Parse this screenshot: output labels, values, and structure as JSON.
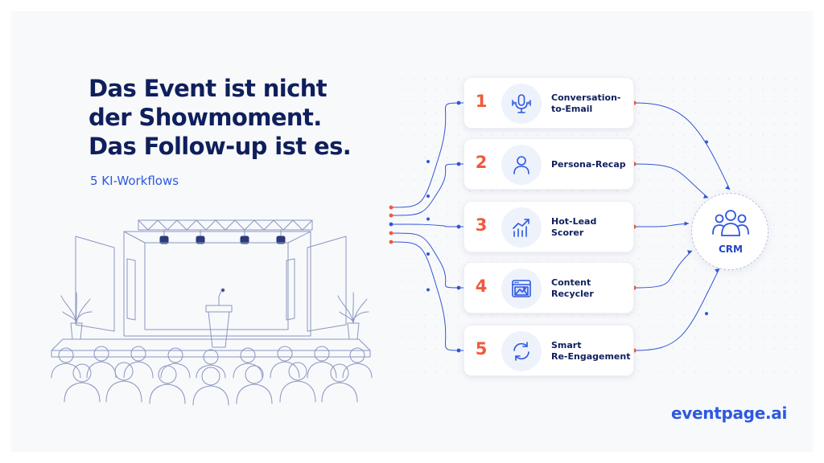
{
  "headline": {
    "line1": "Das Event ist nicht",
    "line2": "der Showmoment.",
    "line3": "Das Follow-up ist es."
  },
  "subtitle": "5 KI-Workflows",
  "workflows": [
    {
      "number": "1",
      "line1": "Conversation-",
      "line2": "to-Email",
      "icon": "microphone-icon"
    },
    {
      "number": "2",
      "line1": "Persona-Recap",
      "line2": "",
      "icon": "person-icon"
    },
    {
      "number": "3",
      "line1": "Hot-Lead",
      "line2": "Scorer",
      "icon": "trend-chart-icon"
    },
    {
      "number": "4",
      "line1": "Content",
      "line2": "Recycler",
      "icon": "media-window-icon"
    },
    {
      "number": "5",
      "line1": "Smart",
      "line2": "Re-Engagement",
      "icon": "refresh-cycle-icon"
    }
  ],
  "crm": {
    "label": "CRM",
    "icon": "users-group-icon"
  },
  "brand": "eventpage.ai",
  "colors": {
    "navy": "#0f1f5c",
    "blue": "#2d58e0",
    "connector": "#3355d6",
    "orange": "#f05a3c",
    "background": "#f8f9fb"
  }
}
